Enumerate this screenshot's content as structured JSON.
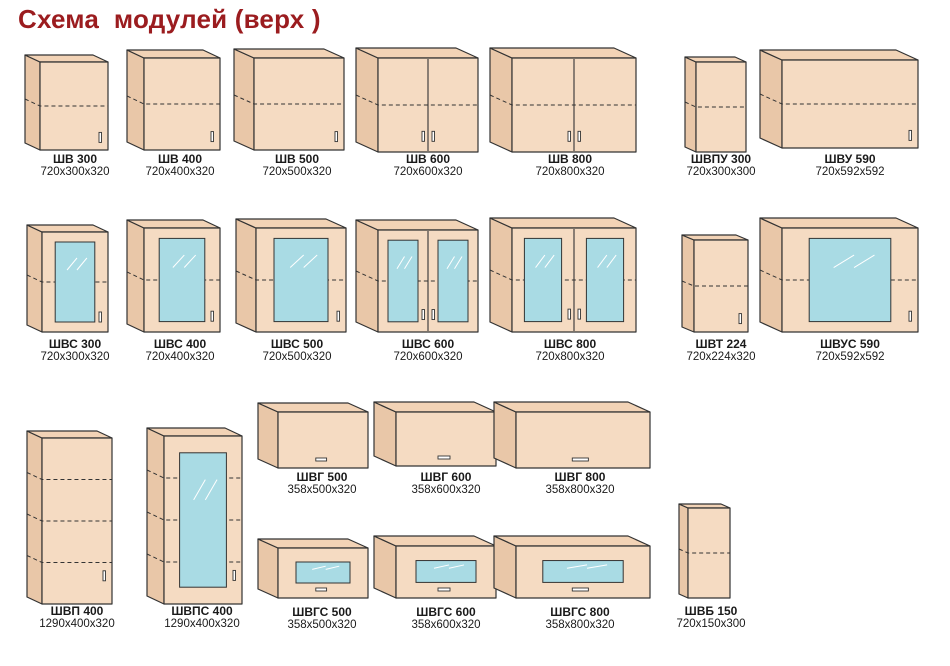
{
  "title": "Схема  модулей (верх )",
  "colors": {
    "title": "#9b1c1f",
    "body": "#f5dbc2",
    "side": "#e9c7a8",
    "top": "#f2d3b6",
    "outline": "#333333",
    "glass": "#a9dbe4"
  },
  "modules": [
    {
      "name": "ШВ 300",
      "size": "720x300x320",
      "type": "closed",
      "doors": 1
    },
    {
      "name": "ШВ 400",
      "size": "720x400x320",
      "type": "closed",
      "doors": 1
    },
    {
      "name": "ШВ 500",
      "size": "720x500x320",
      "type": "closed",
      "doors": 1
    },
    {
      "name": "ШВ 600",
      "size": "720x600x320",
      "type": "closed",
      "doors": 2
    },
    {
      "name": "ШВ 800",
      "size": "720x800x320",
      "type": "closed",
      "doors": 2
    },
    {
      "name": "ШВПУ 300",
      "size": "720x300x300",
      "type": "corner-open"
    },
    {
      "name": "ШВУ 590",
      "size": "720x592x592",
      "type": "corner",
      "doors": 1
    },
    {
      "name": "ШВС 300",
      "size": "720x300x320",
      "type": "glass",
      "doors": 1
    },
    {
      "name": "ШВС 400",
      "size": "720x400x320",
      "type": "glass",
      "doors": 1
    },
    {
      "name": "ШВС 500",
      "size": "720x500x320",
      "type": "glass",
      "doors": 1
    },
    {
      "name": "ШВС 600",
      "size": "720x600x320",
      "type": "glass",
      "doors": 2
    },
    {
      "name": "ШВС 800",
      "size": "720x800x320",
      "type": "glass",
      "doors": 2
    },
    {
      "name": "ШВТ 224",
      "size": "720x224x320",
      "type": "end"
    },
    {
      "name": "ШВУС 590",
      "size": "720x592x592",
      "type": "corner-glass",
      "doors": 1
    },
    {
      "name": "ШВП 400",
      "size": "1290x400x320",
      "type": "closed",
      "doors": 1
    },
    {
      "name": "ШВПС 400",
      "size": "1290x400x320",
      "type": "glass",
      "doors": 1
    },
    {
      "name": "ШВГ 500",
      "size": "358x500x320",
      "type": "flap"
    },
    {
      "name": "ШВГ 600",
      "size": "358x600x320",
      "type": "flap"
    },
    {
      "name": "ШВГ 800",
      "size": "358x800x320",
      "type": "flap"
    },
    {
      "name": "ШВГС 500",
      "size": "358x500x320",
      "type": "flap-glass"
    },
    {
      "name": "ШВГС 600",
      "size": "358x600x320",
      "type": "flap-glass"
    },
    {
      "name": "ШВГС 800",
      "size": "358x800x320",
      "type": "flap-glass"
    },
    {
      "name": "ШВБ 150",
      "size": "720x150x300",
      "type": "open",
      "doors": 0
    }
  ]
}
